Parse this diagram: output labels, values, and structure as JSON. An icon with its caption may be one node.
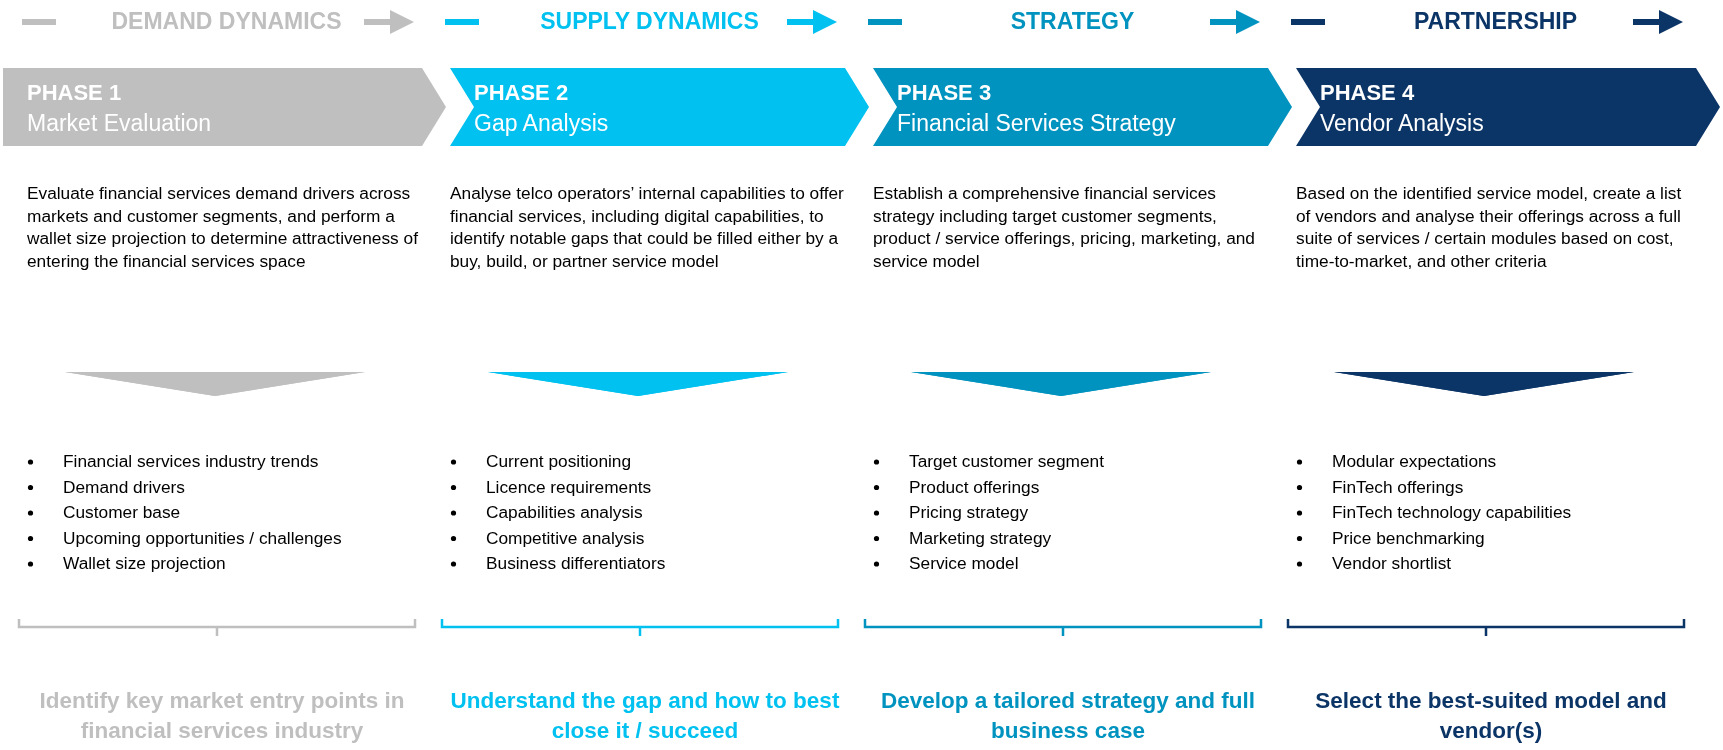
{
  "diagram": {
    "nodes": [
      {
        "text": [
          "PHASE 1",
          "Market Evaluation"
        ]
      },
      {
        "text": [
          "PHASE 2",
          "Gap Analysis"
        ]
      },
      {
        "text": [
          "PHASE 3",
          "Financial Services Strategy"
        ]
      },
      {
        "text": [
          "PHASE 4",
          "Vendor Analysis"
        ]
      },
      {
        "text": [],
        "shape": "triangle"
      },
      {
        "text": [],
        "shape": "triangle"
      },
      {
        "text": [],
        "shape": "triangle"
      },
      {
        "text": [],
        "shape": "triangle"
      }
    ],
    "labels": [
      "DEMAND DYNAMICS",
      "SUPPLY DYNAMICS",
      "STRATEGY",
      "PARTNERSHIP",
      "Evaluate financial services demand drivers across markets and customer segments, and perform a wallet size projection to determine attractiveness of entering the financial services space",
      "Analyse telco operators’ internal capabilities to offer financial services, including digital capabilities, to identify notable gaps that could be filled either by a buy, build, or partner service model",
      "Establish a comprehensive financial services strategy including target customer segments, product / service offerings, pricing, marketing, and service model",
      "Based on the identified service model, create a list of vendors and analyse their offerings across a full suite of services / certain modules based on cost, time-to-market, and other criteria",
      "Financial services industry trends",
      "Demand drivers",
      "Customer base",
      "Upcoming opportunities / challenges",
      "Wallet size projection",
      "Current positioning",
      "Licence requirements",
      "Capabilities analysis",
      "Competitive analysis",
      "Business differentiators",
      "Target customer segment",
      "Product offerings",
      "Pricing strategy",
      "Marketing strategy",
      "Service model",
      "Modular expectations",
      "FinTech offerings",
      "FinTech technology capabilities",
      "Price benchmarking",
      "Vendor shortlist",
      "Identify key market entry points in financial services industry",
      "Understand the gap and how to best close it / succeed",
      "Develop a tailored strategy and full business case",
      "Select the best-suited model and vendor(s)"
    ]
  }
}
